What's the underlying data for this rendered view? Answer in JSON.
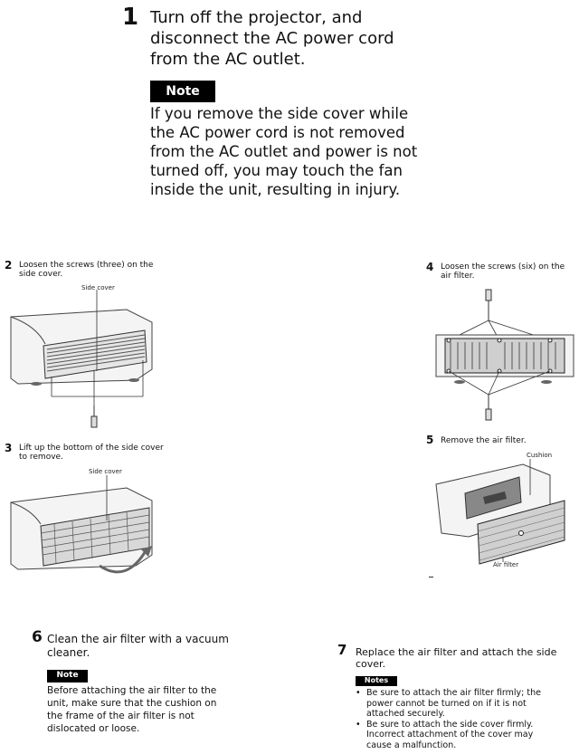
{
  "step1": {
    "number": "1",
    "text": "Turn off the projector, and disconnect the AC power cord from the AC outlet.",
    "note_label": "Note",
    "note_text": "If you remove the side cover while the AC power cord is not removed from the AC outlet and power is not turned off, you may touch the fan inside the unit, resulting in injury."
  },
  "step2": {
    "number": "2",
    "text": "Loosen the screws (three) on the side cover.",
    "callout": "Side cover"
  },
  "step3": {
    "number": "3",
    "text": "Lift up the bottom of the side cover to remove.",
    "callout": "Side cover"
  },
  "step4": {
    "number": "4",
    "text": "Loosen the screws (six) on the air filter."
  },
  "step5": {
    "number": "5",
    "text": "Remove the air filter.",
    "callout_top": "Cushion",
    "callout_bottom": "Air filter"
  },
  "step6": {
    "number": "6",
    "text": "Clean the air filter with a vacuum cleaner.",
    "note_label": "Note",
    "note_text": "Before attaching the air filter to the unit, make sure that the cushion on the frame of the air filter is not dislocated or loose."
  },
  "step7": {
    "number": "7",
    "text": "Replace the air filter and attach the side cover.",
    "notes_label": "Notes",
    "notes": [
      "Be sure to attach the air filter firmly; the power cannot be turned on if it is not attached securely.",
      "Be sure to attach the side cover firmly. Incorrect attachment of the cover may cause a malfunction."
    ]
  }
}
